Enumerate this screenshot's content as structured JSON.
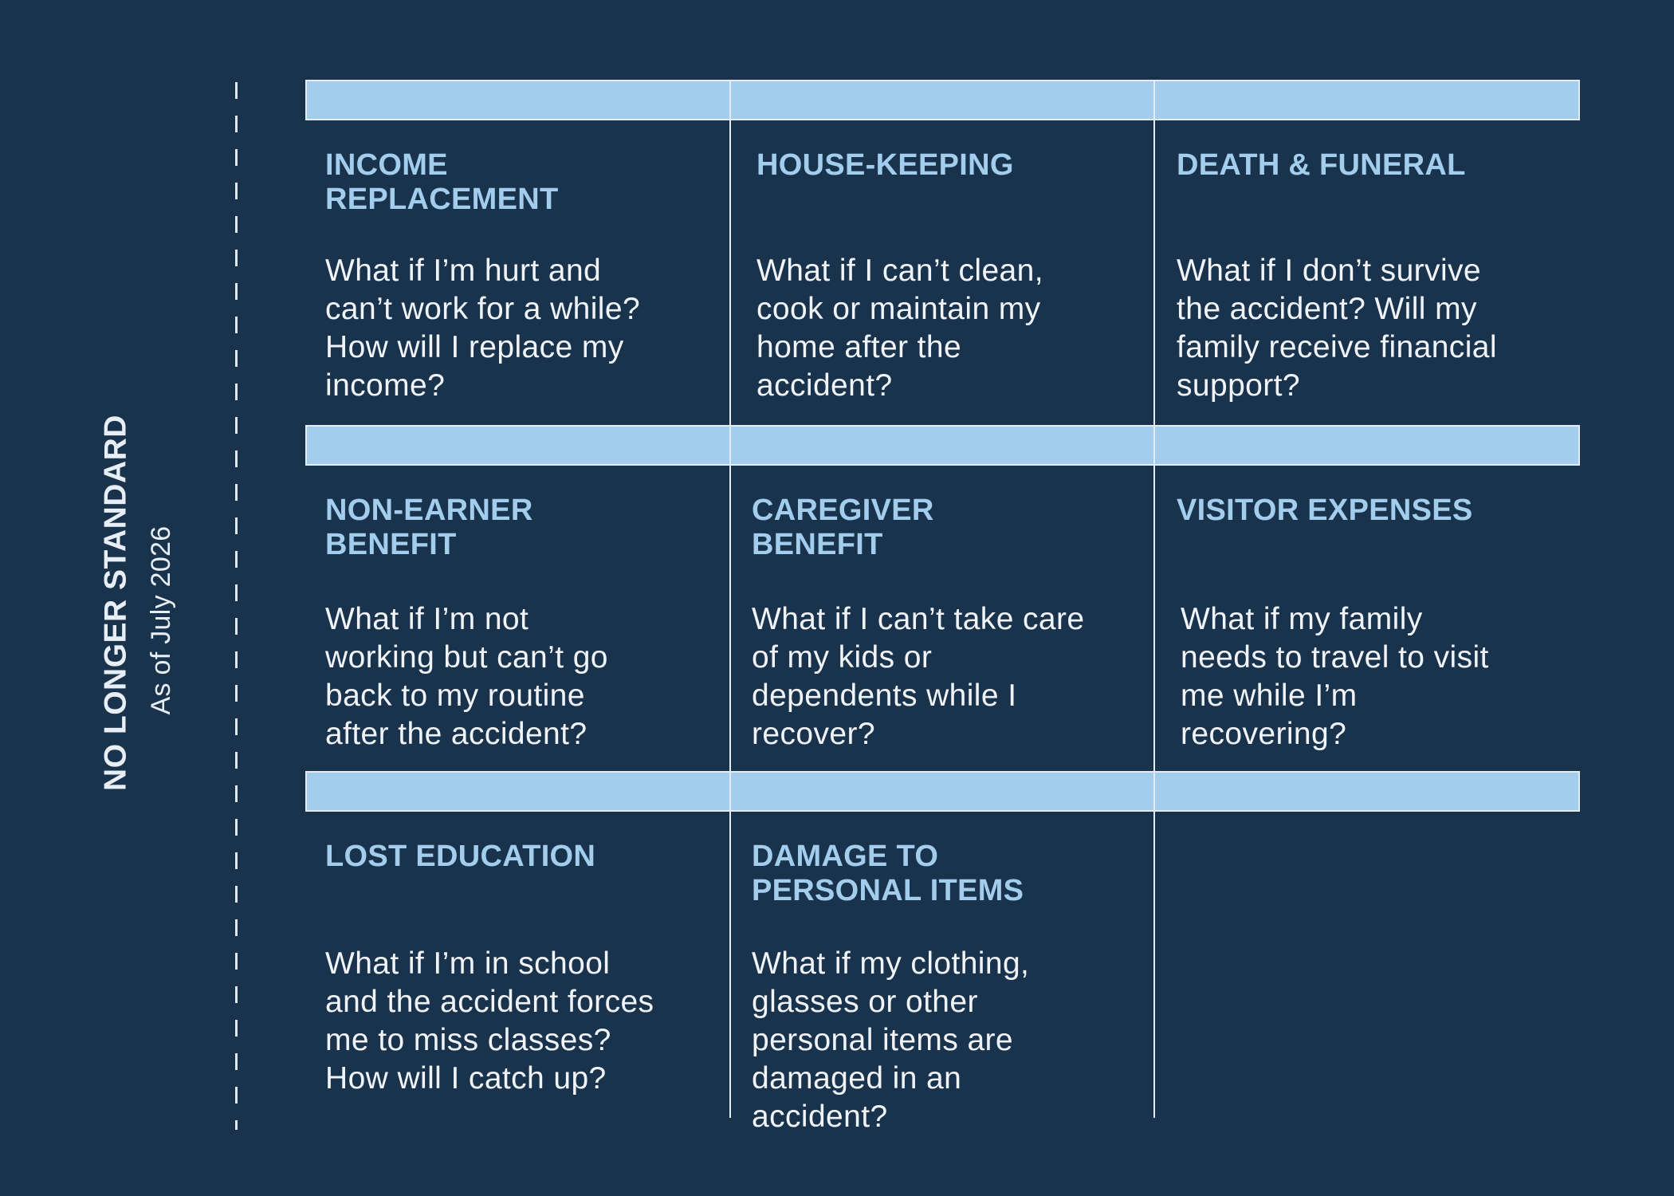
{
  "side_label": {
    "title": "NO LONGER STANDARD",
    "subtitle": "As of July 2026"
  },
  "colors": {
    "background": "#1a334d",
    "band": "#a3cdec",
    "title_text": "#a3cdec",
    "body_text": "#f0f4f8",
    "lines": "#e3ecf5"
  },
  "rows": [
    {
      "cells": [
        {
          "title": "INCOME\nREPLACEMENT",
          "body": "What if I’m hurt and\ncan’t work for a while?\nHow will I replace my\nincome?"
        },
        {
          "title": "HOUSE-KEEPING",
          "body": "What if I can’t clean,\ncook or maintain my\nhome after the\naccident?"
        },
        {
          "title": "DEATH & FUNERAL",
          "body": "What if I don’t survive\nthe accident? Will my\nfamily receive financial\nsupport?"
        }
      ]
    },
    {
      "cells": [
        {
          "title": "NON-EARNER\nBENEFIT",
          "body": "What if I’m not\nworking but can’t go\nback to my routine\nafter the accident?"
        },
        {
          "title": "CAREGIVER\nBENEFIT",
          "body": "What if I can’t take care\nof my kids or\ndependents while I\nrecover?"
        },
        {
          "title": "VISITOR EXPENSES",
          "body": "What if my family\nneeds to travel to visit\nme while I’m\nrecovering?"
        }
      ]
    },
    {
      "cells": [
        {
          "title": "LOST EDUCATION",
          "body": "What if I’m in school\nand the accident forces\nme to miss classes?\nHow will I catch up?"
        },
        {
          "title": "DAMAGE TO\nPERSONAL ITEMS",
          "body": "What if my clothing,\nglasses or other\npersonal items are\ndamaged in an\naccident?"
        }
      ]
    }
  ]
}
